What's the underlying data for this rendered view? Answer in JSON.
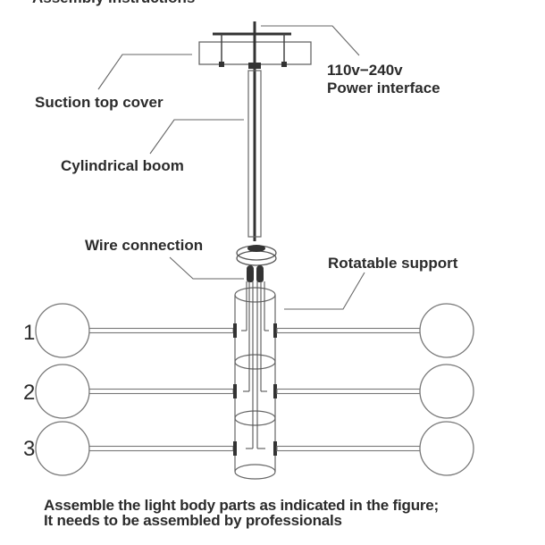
{
  "title": "Assembly instructions",
  "labels": {
    "power_voltage": "110v−240v",
    "power_interface": "Power interface",
    "suction_top_cover": "Suction top cover",
    "cylindrical_boom": "Cylindrical boom",
    "wire_connection": "Wire connection",
    "rotatable_support": "Rotatable support"
  },
  "arm_numbers": [
    "1",
    "2",
    "3"
  ],
  "notes": [
    "Assemble the light body parts as indicated in the figure;",
    "It needs to be assembled by professionals"
  ],
  "colors": {
    "line": "#555555",
    "dark": "#333333",
    "text": "#2b2b2b"
  }
}
